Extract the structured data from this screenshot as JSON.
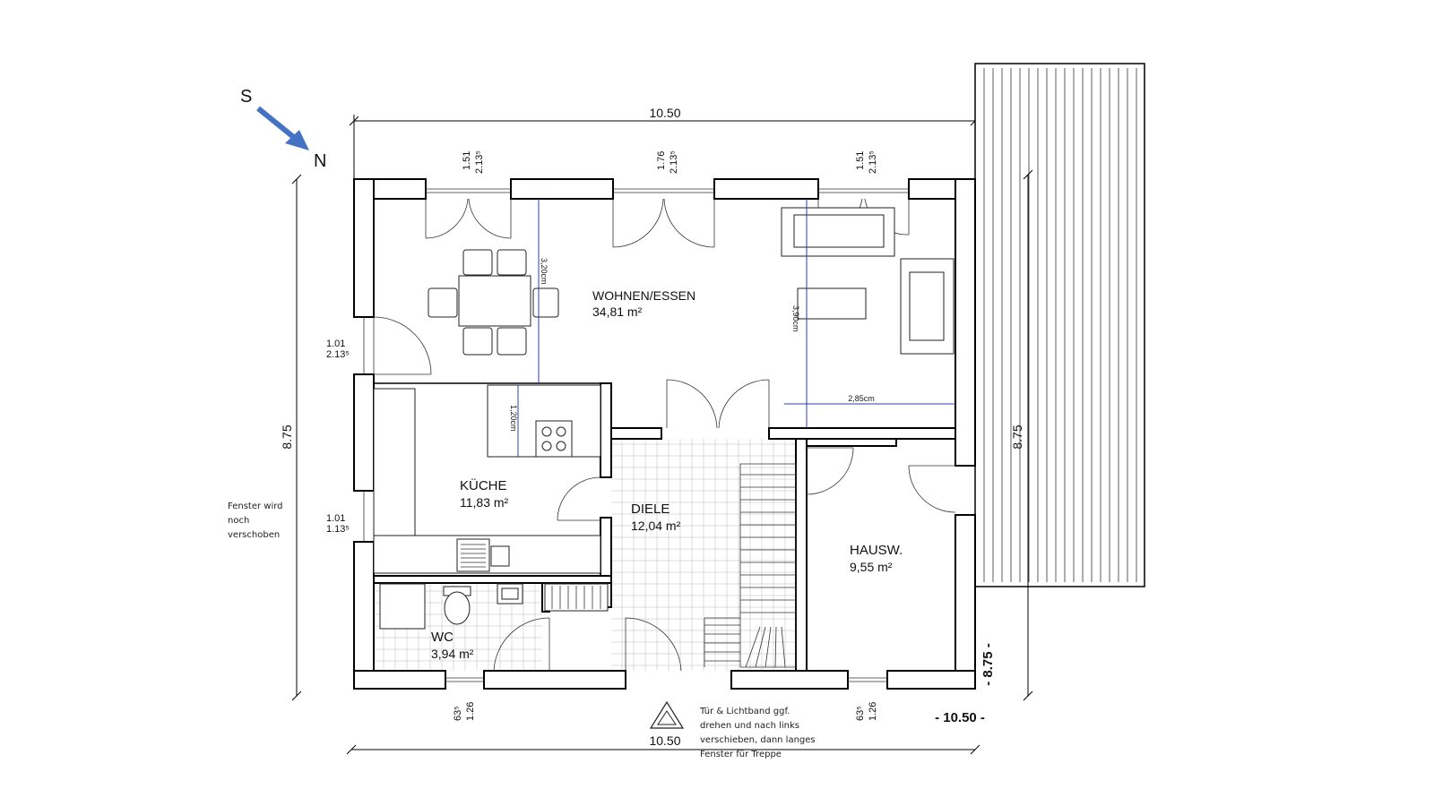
{
  "compass": {
    "south": "S",
    "north": "N",
    "arrow_color": "#4472c4"
  },
  "dimensions": {
    "top_width": "10.50",
    "bottom_width": "10.50",
    "left_height": "8.75",
    "terrace_height": "8.75",
    "terrace_bottom_height": "- 8.75 -",
    "terrace_bottom_width": "- 10.50 -"
  },
  "openings": [
    {
      "id": "top-window-1",
      "width": "1.51",
      "height": "2.13⁵"
    },
    {
      "id": "top-window-2",
      "width": "1.76",
      "height": "2.13⁵"
    },
    {
      "id": "top-window-3",
      "width": "1.51",
      "height": "2.13⁵"
    },
    {
      "id": "left-door",
      "width": "1.01",
      "height": "2.13⁵"
    },
    {
      "id": "left-window",
      "width": "1.01",
      "height": "1.13⁵"
    },
    {
      "id": "bottom-window-wc",
      "width": "63⁵",
      "height": "1.26"
    },
    {
      "id": "bottom-window-hausw",
      "width": "63⁵",
      "height": "1.26"
    }
  ],
  "rooms": [
    {
      "id": "wohnen",
      "name": "WOHNEN/ESSEN",
      "area": "34,81 m²"
    },
    {
      "id": "kueche",
      "name": "KÜCHE",
      "area": "11,83 m²"
    },
    {
      "id": "diele",
      "name": "DIELE",
      "area": "12,04 m²"
    },
    {
      "id": "hausw",
      "name": "HAUSW.",
      "area": "9,55 m²"
    },
    {
      "id": "wc",
      "name": "WC",
      "area": "3,94 m²"
    }
  ],
  "measurements": {
    "m320": "3,20cm",
    "m390": "3,90cm",
    "m120": "1,20cm",
    "m285": "2,85cm",
    "line_color": "#2a3fb0"
  },
  "notes": {
    "window_note": [
      "Fenster wird",
      "noch",
      "verschoben"
    ],
    "door_note": [
      "Tür & Lichtband ggf.",
      "drehen und nach links",
      "verschieben, dann langes",
      "Fenster für Treppe"
    ]
  }
}
